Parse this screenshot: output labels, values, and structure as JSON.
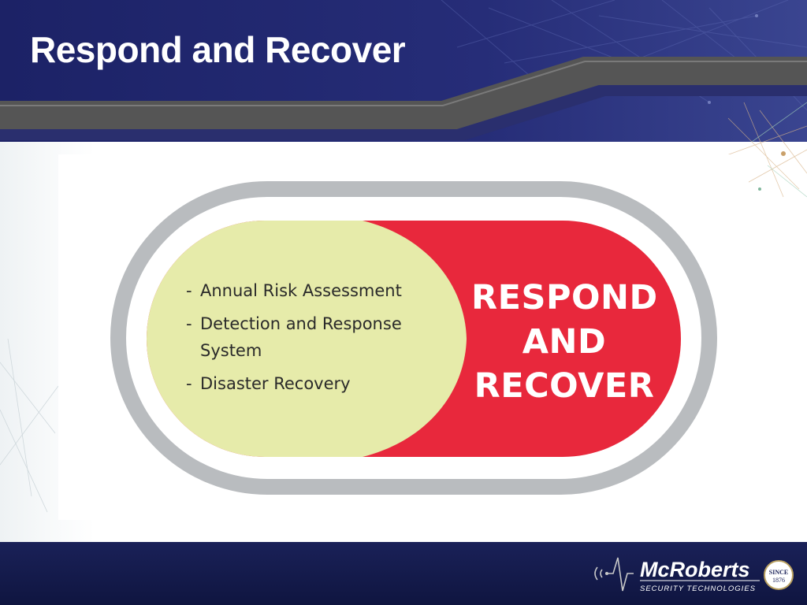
{
  "slide": {
    "title": "Respond and  Recover"
  },
  "diagram": {
    "list_items": [
      "Annual Risk Assessment",
      "Detection and Response System",
      "Disaster Recovery"
    ],
    "big_label_lines": [
      "RESPOND",
      "AND",
      "RECOVER"
    ],
    "colors": {
      "left_fill": "#e6ebaa",
      "right_fill": "#e8283c",
      "ring": "#b9bcbf"
    }
  },
  "footer": {
    "logo": {
      "name": "McRoberts",
      "tagline": "SECURITY TECHNOLOGIES",
      "seal_line1": "SINCE",
      "seal_line2": "1876"
    }
  }
}
